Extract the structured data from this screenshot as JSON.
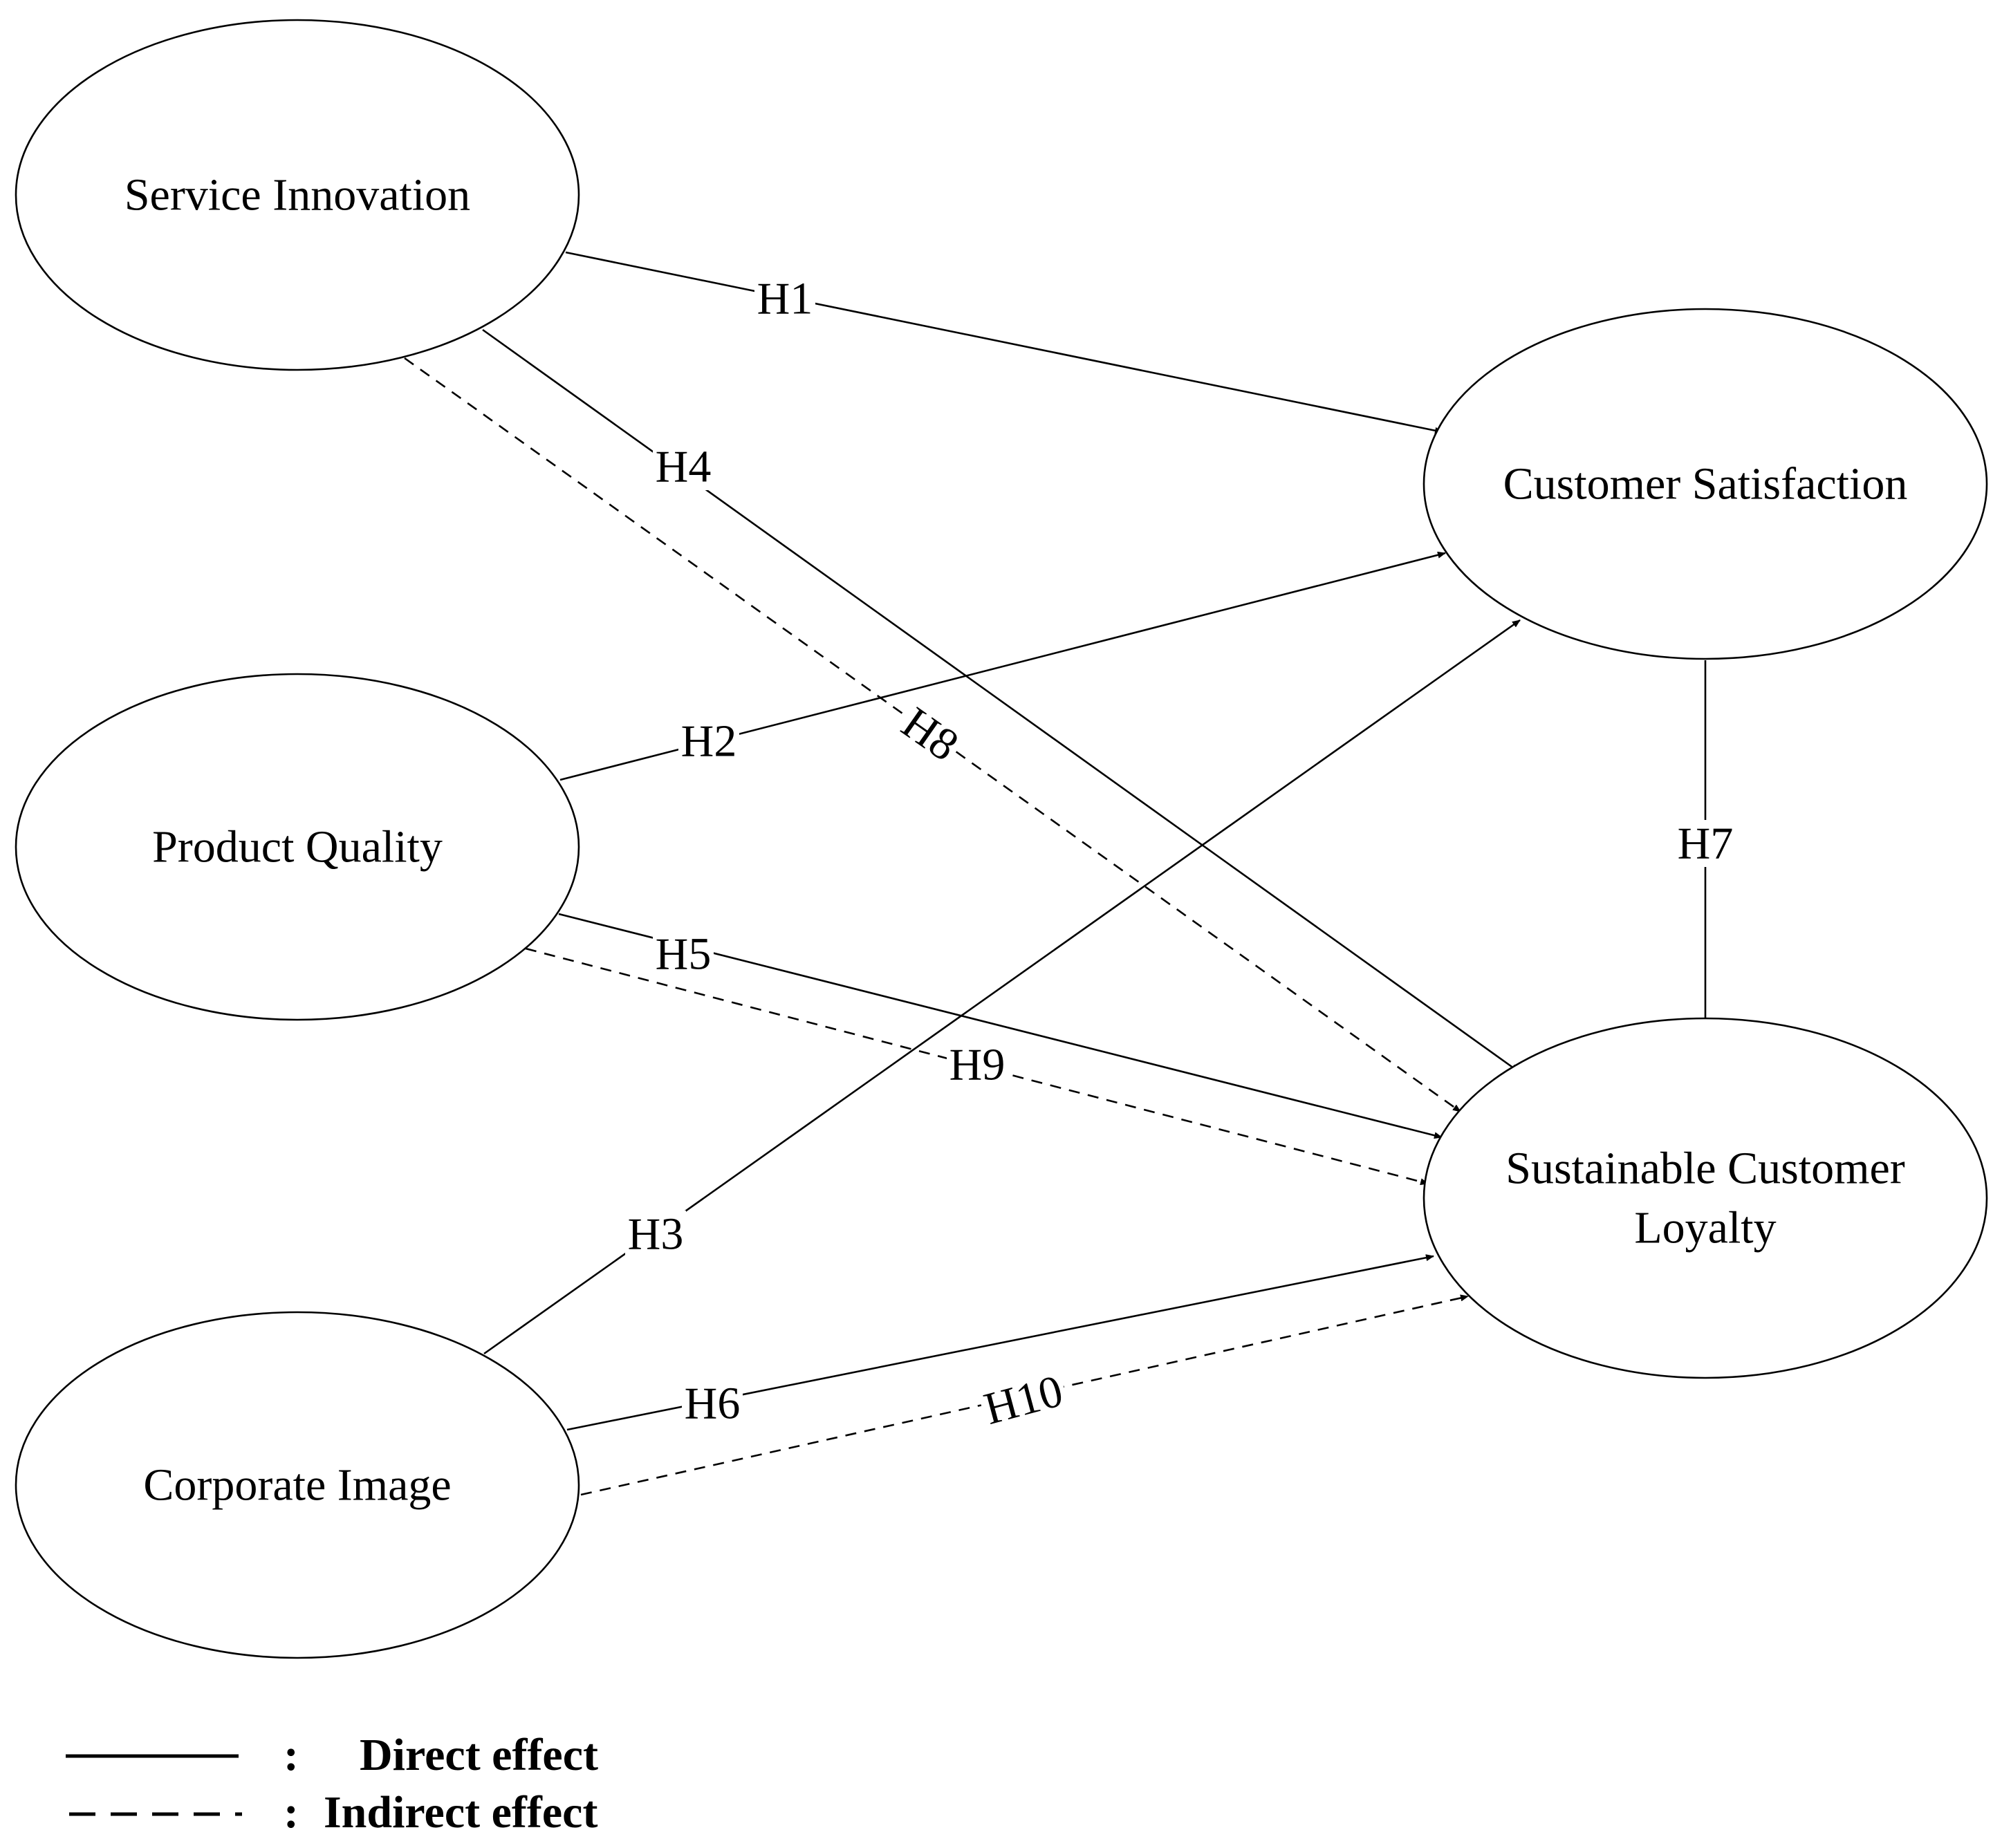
{
  "nodes": [
    {
      "id": "si",
      "lines": [
        "Service Innovation"
      ]
    },
    {
      "id": "pq",
      "lines": [
        "Product Quality"
      ]
    },
    {
      "id": "ci",
      "lines": [
        "Corporate Image"
      ]
    },
    {
      "id": "cs",
      "lines": [
        "Customer Satisfaction"
      ]
    },
    {
      "id": "scl",
      "lines": [
        "Sustainable Customer",
        "Loyalty"
      ]
    }
  ],
  "edges": [
    {
      "id": "h1",
      "label": "H1",
      "from": "si",
      "to": "cs",
      "style": "solid"
    },
    {
      "id": "h4",
      "label": "H4",
      "from": "si",
      "to": "scl",
      "style": "solid"
    },
    {
      "id": "h8",
      "label": "H8",
      "from": "si",
      "to": "scl",
      "style": "dashed"
    },
    {
      "id": "h2",
      "label": "H2",
      "from": "pq",
      "to": "cs",
      "style": "solid"
    },
    {
      "id": "h5",
      "label": "H5",
      "from": "pq",
      "to": "scl",
      "style": "solid"
    },
    {
      "id": "h9",
      "label": "H9",
      "from": "pq",
      "to": "scl",
      "style": "dashed"
    },
    {
      "id": "h3",
      "label": "H3",
      "from": "ci",
      "to": "cs",
      "style": "solid"
    },
    {
      "id": "h6",
      "label": "H6",
      "from": "ci",
      "to": "scl",
      "style": "solid"
    },
    {
      "id": "h10",
      "label": "H10",
      "from": "ci",
      "to": "scl",
      "style": "dashed"
    },
    {
      "id": "h7",
      "label": "H7",
      "from": "cs",
      "to": "scl",
      "style": "solid"
    }
  ],
  "legend": {
    "separator": ":",
    "direct_label": "Direct effect",
    "indirect_label": "Indirect effect"
  }
}
